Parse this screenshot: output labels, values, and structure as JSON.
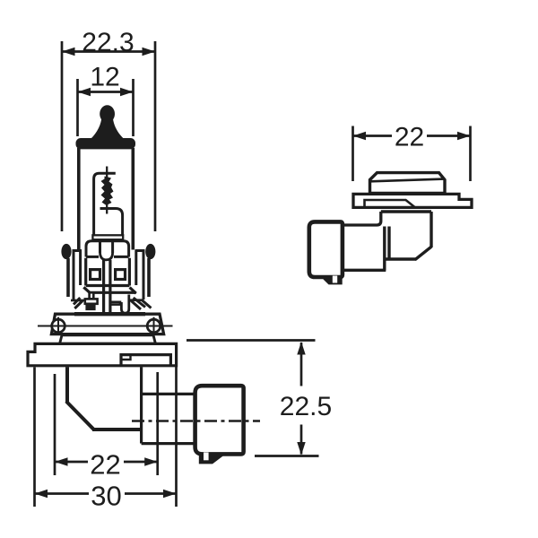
{
  "colors": {
    "ink": "#1d1d1b",
    "paper": "#ffffff"
  },
  "front_view": {
    "dims": {
      "tip_width": "22.3",
      "glass_diameter": "12",
      "flange_width": "22",
      "base_width": "30",
      "connector_height": "22.5"
    }
  },
  "side_view": {
    "dims": {
      "flange_width": "22"
    }
  }
}
